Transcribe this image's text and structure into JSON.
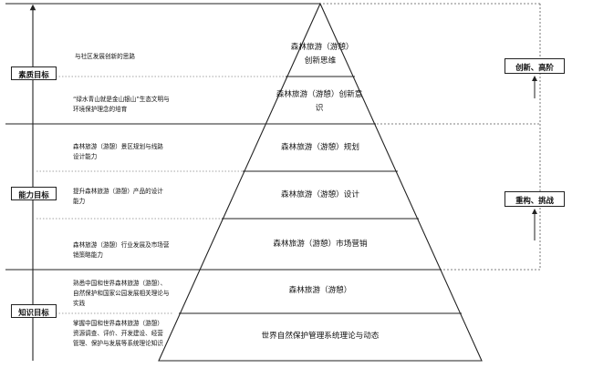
{
  "goals": {
    "quality": "素质目标",
    "ability": "能力目标",
    "knowledge": "知识目标"
  },
  "descriptions": [
    "与社区发展创新的思路",
    "“绿水青山就是金山银山”生态文明与环境保护理念的培育",
    "森林旅游（游憩）景区规划与线路设计能力",
    "提升森林旅游（游憩）产品的设计能力",
    "森林旅游（游憩）行业发展及市场营销策略能力",
    "熟悉中国和世界森林旅游（游憩）、自然保护和国家公园发展相关理论与实践",
    "掌握中国和世界森林旅游（游憩）资源调查、评价、开发建设、经营管理、保护与发展等系统理论知识"
  ],
  "pyramid_layers": [
    "森林旅游（游憩）创新思维",
    "森林旅游（游憩）创新意识",
    "森林旅游（游憩）规划",
    "森林旅游（游憩）设计",
    "森林旅游（游憩）市场营销",
    "森林旅游（游憩）",
    "世界自然保护管理系统理论与动态"
  ],
  "levels": {
    "top": "创新、高阶",
    "middle": "重构、挑战"
  }
}
